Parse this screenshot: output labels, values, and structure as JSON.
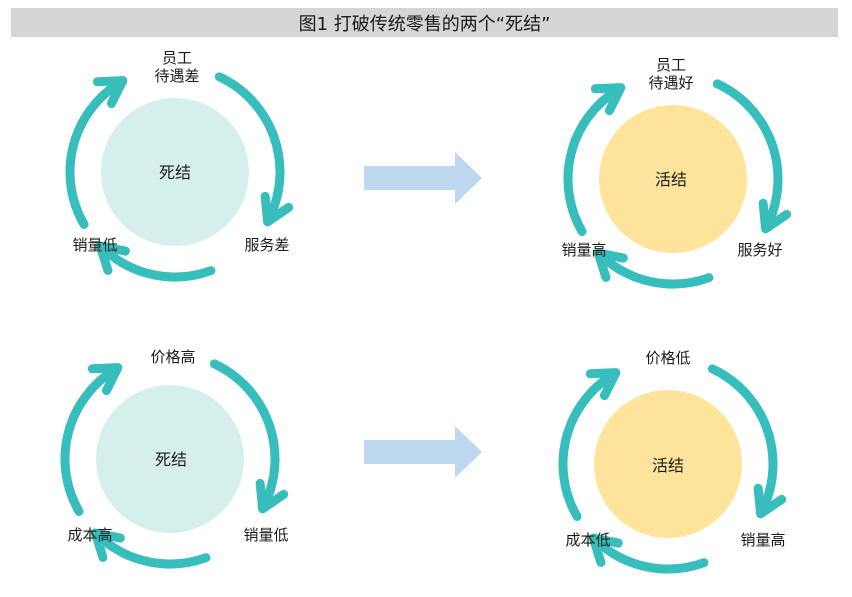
{
  "title": "图1 打破传统零售的两个“死结”",
  "colors": {
    "title_bar": "#d4d5d5",
    "cycle_arrow": "#37bdbc",
    "dead_circle": "#d5f0ec",
    "live_circle": "#fde49a",
    "transition_arrow": "#bdd7ee"
  },
  "diagrams": [
    {
      "center": "死结",
      "type": "dead",
      "nodes": {
        "top": "员工\n待遇差",
        "right": "服务差",
        "left": "销量低"
      }
    },
    {
      "center": "活结",
      "type": "live",
      "nodes": {
        "top": "员工\n待遇好",
        "right": "服务好",
        "left": "销量高"
      }
    },
    {
      "center": "死结",
      "type": "dead",
      "nodes": {
        "top": "价格高",
        "right": "销量低",
        "left": "成本高"
      }
    },
    {
      "center": "活结",
      "type": "live",
      "nodes": {
        "top": "价格低",
        "right": "销量高",
        "left": "成本低"
      }
    }
  ],
  "transitions": [
    {
      "icon": "right-arrow-icon"
    },
    {
      "icon": "right-arrow-icon"
    }
  ]
}
